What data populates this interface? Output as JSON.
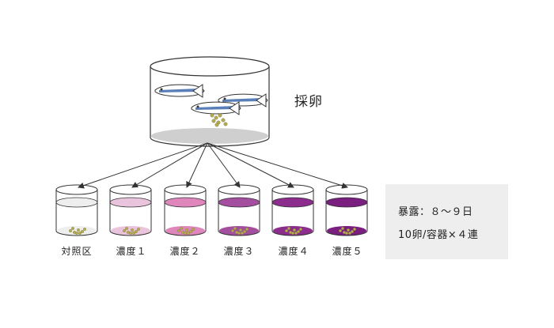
{
  "title": "採卵",
  "containers": [
    {
      "label": "対照区",
      "color": "#eeeeee",
      "fill": 0
    },
    {
      "label": "濃度１",
      "color": "#e9c4dc",
      "fill": 1
    },
    {
      "label": "濃度２",
      "color": "#df86bc",
      "fill": 2
    },
    {
      "label": "濃度３",
      "color": "#a44ea0",
      "fill": 3
    },
    {
      "label": "濃度４",
      "color": "#8c2c8c",
      "fill": 4
    },
    {
      "label": "濃度５",
      "color": "#7a1e80",
      "fill": 5
    }
  ],
  "info": {
    "exposure": "暴露：８～９日",
    "eggs": "10卵/容器×４連"
  },
  "colors": {
    "egg": "#b5ad4f",
    "fish_stripe": "#5a7fb8"
  }
}
